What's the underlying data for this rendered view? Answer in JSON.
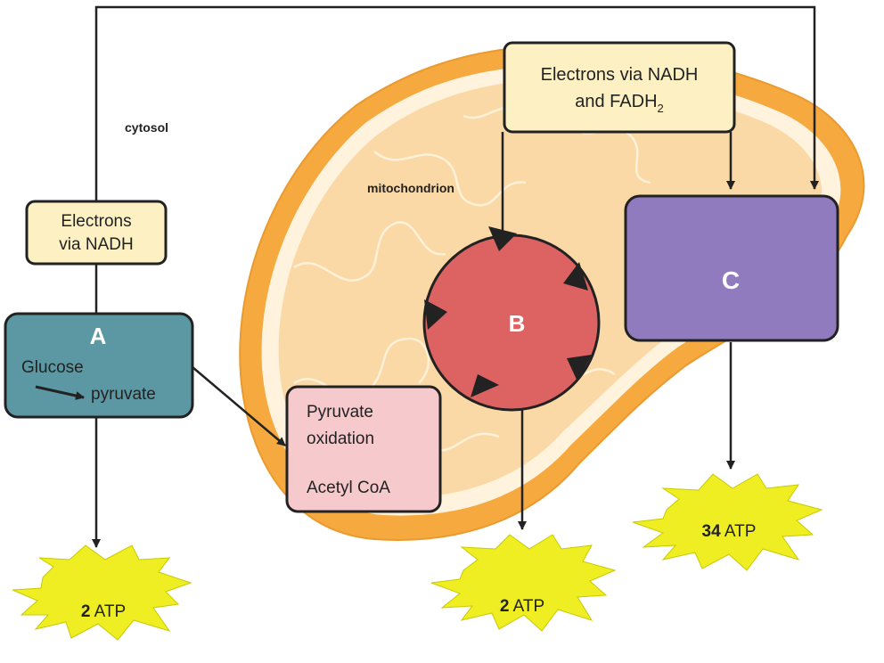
{
  "labels": {
    "cytosol": "cytosol",
    "mitochondrion": "mitochondrion"
  },
  "boxes": {
    "electrons_nadh": {
      "line1": "Electrons",
      "line2": "via NADH"
    },
    "electrons_nadh_fadh": {
      "line1": "Electrons via NADH",
      "line2_prefix": "and FADH",
      "line2_sub": "2"
    },
    "a": {
      "letter": "A",
      "line1": "Glucose",
      "line2": "pyruvate"
    },
    "pyruvate": {
      "line1": "Pyruvate",
      "line2": "oxidation",
      "line3": "Acetyl CoA"
    },
    "b": {
      "letter": "B"
    },
    "c": {
      "letter": "C"
    }
  },
  "atp": {
    "left": {
      "count": "2",
      "unit": " ATP"
    },
    "middle": {
      "count": "2",
      "unit": " ATP"
    },
    "right": {
      "count": "34",
      "unit": " ATP"
    }
  },
  "colors": {
    "outer_membrane": "#F5A93F",
    "inner_space": "#FFF3DE",
    "matrix": "#FAD9A6",
    "crista": "#FFF1D8",
    "yellow_box": "#FDF1C4",
    "box_a": "#5B98A3",
    "box_pyruvate": "#F6C9CC",
    "circle_b": "#DD6262",
    "box_c": "#907BBE",
    "starburst": "#EEEE22"
  }
}
